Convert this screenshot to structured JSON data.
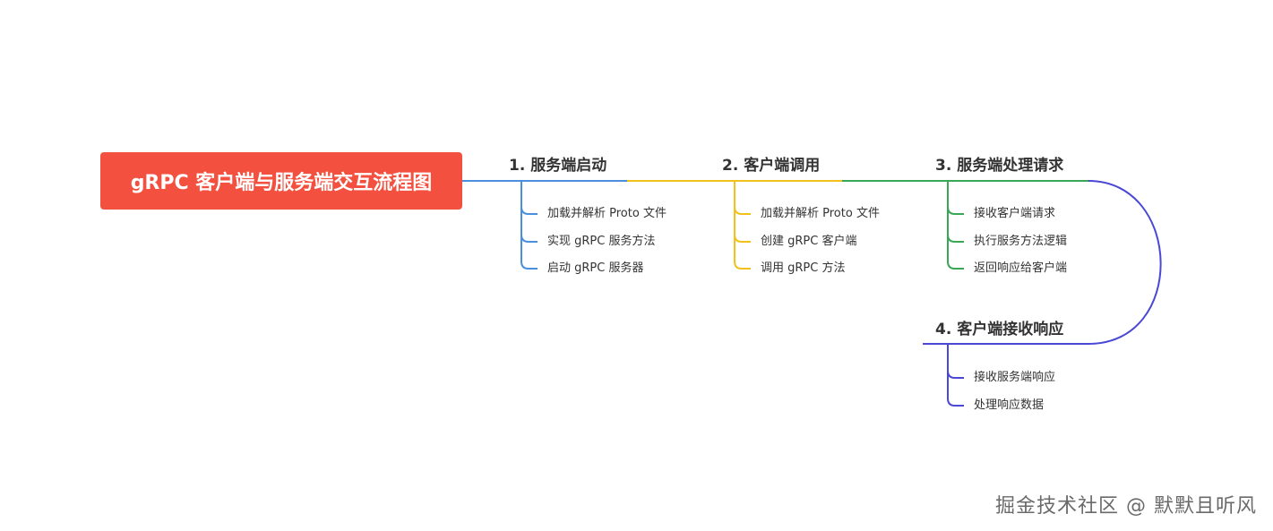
{
  "root": {
    "title": "gRPC 客户端与服务端交互流程图",
    "color": "#f4503f"
  },
  "branches": [
    {
      "title": "1. 服务端启动",
      "color": "#4a8fdd",
      "items": [
        "加载并解析 Proto 文件",
        "实现 gRPC 服务方法",
        "启动 gRPC 服务器"
      ]
    },
    {
      "title": "2. 客户端调用",
      "color": "#f2c21b",
      "items": [
        "加载并解析 Proto 文件",
        "创建 gRPC 客户端",
        "调用 gRPC 方法"
      ]
    },
    {
      "title": "3. 服务端处理请求",
      "color": "#3aa757",
      "items": [
        "接收客户端请求",
        "执行服务方法逻辑",
        "返回响应给客户端"
      ]
    },
    {
      "title": "4. 客户端接收响应",
      "color": "#4a48d4",
      "items": [
        "接收服务端响应",
        "处理响应数据"
      ]
    }
  ],
  "watermark": "掘金技术社区 @ 默默且听风"
}
